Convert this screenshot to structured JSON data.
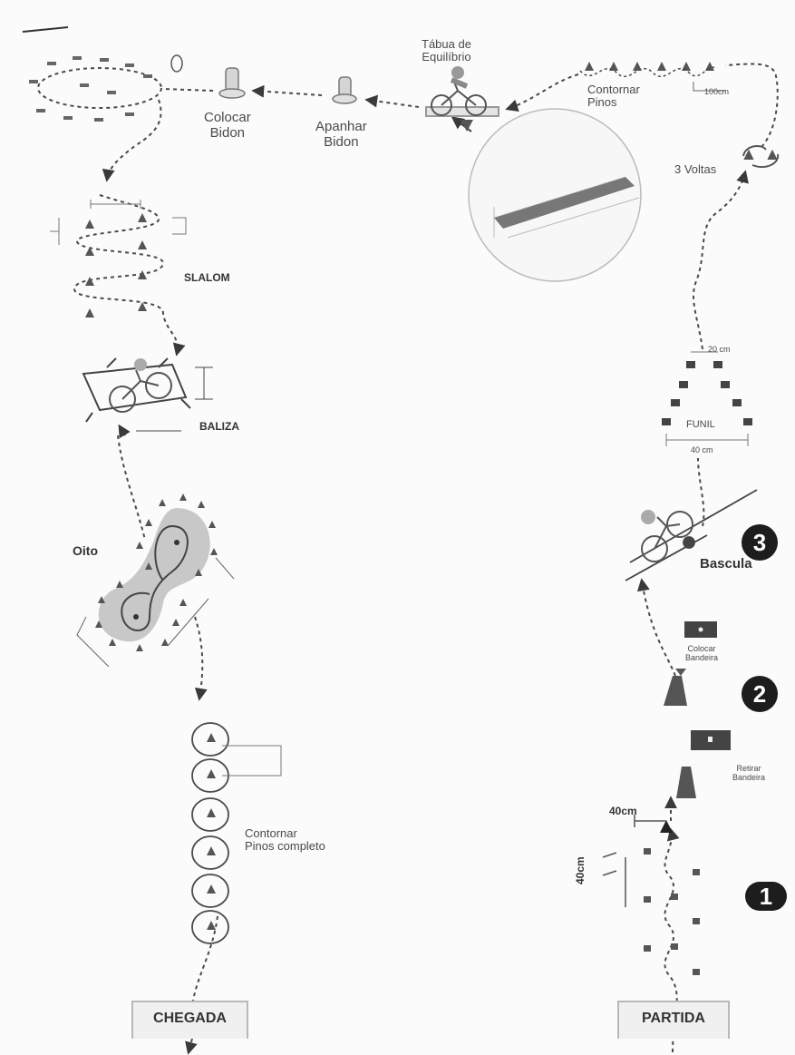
{
  "course": {
    "tabua_de_equilibrio": "Tábua de\nEquilíbrio",
    "contornar_pinos_top": "Contornar\nPinos",
    "dist_100cm": "100cm",
    "tres_voltas": "3 Voltas",
    "colocar_bidon": "Colocar\nBidon",
    "apanhar_bidon": "Apanhar\nBidon",
    "slalom": "SLALOM",
    "baliza": "BALIZA",
    "oito": "Oito",
    "funil": "FUNIL",
    "funil_top_dist": "20 cm",
    "funil_width": "40 cm",
    "bascula": "Bascula",
    "colocar_bandeira": "Colocar\nBandeira",
    "retirar_bandeira": "Retirar\nBandeira",
    "dist_40cm_h": "40cm",
    "dist_40cm_v": "40cm",
    "contornar_pinos_completo": "Contornar\nPinos completo",
    "chegada": "CHEGADA",
    "partida": "PARTIDA",
    "station_1": "1",
    "station_2": "2",
    "station_3": "3"
  },
  "colors": {
    "line": "#4a4a4a",
    "cone": "#555555",
    "shade": "#c8c8c8",
    "marker": "#1d1d1d"
  },
  "icons": [
    "cone-icon",
    "bottle-icon",
    "cyclist-icon",
    "flag-icon",
    "arrow-icon"
  ]
}
